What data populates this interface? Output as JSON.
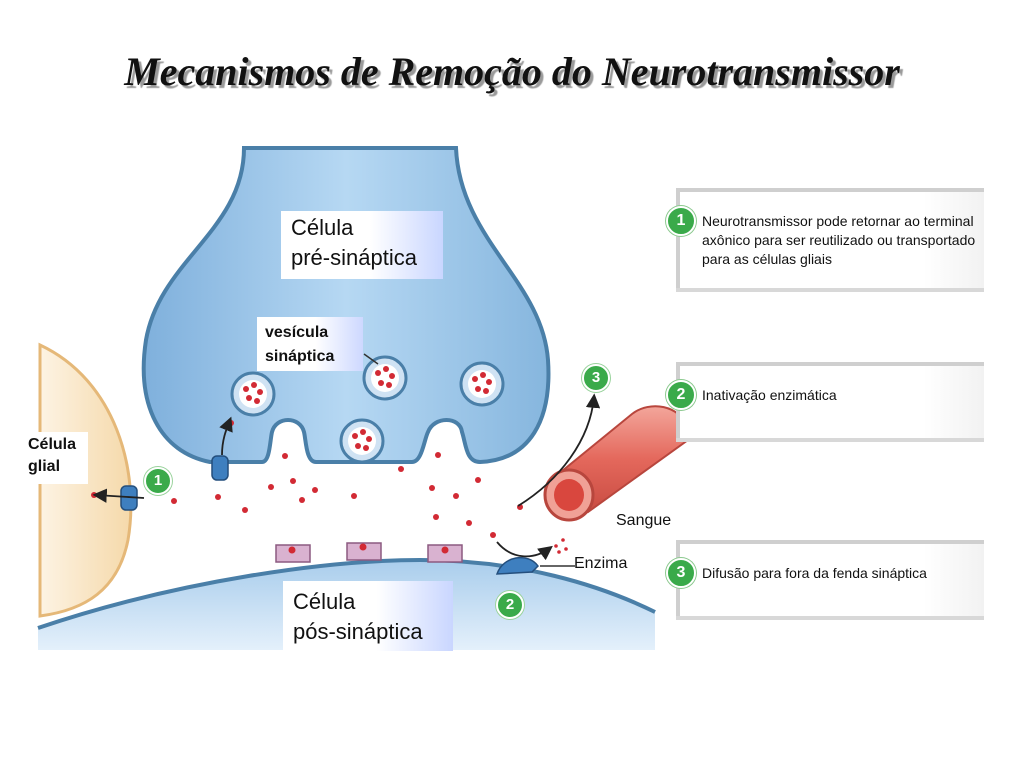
{
  "title": "Mecanismos de Remoção do Neurotransmissor",
  "labels": {
    "pre_line1": "Célula",
    "pre_line2": "pré-sináptica",
    "post_line1": "Célula",
    "post_line2": "pós-sináptica",
    "vesicle_line1": "vesícula",
    "vesicle_line2": "sináptica",
    "glial_line1": "Célula",
    "glial_line2": "glial",
    "blood": "Sangue",
    "enzyme": "Enzima"
  },
  "badges": {
    "reuptake": "1",
    "enzyme": "2",
    "diffusion": "3"
  },
  "panels": [
    {
      "number": "1",
      "text": "Neurotransmissor pode retornar ao terminal axônico para ser reutilizado ou transportado para as células gliais"
    },
    {
      "number": "2",
      "text": "Inativação enzimática"
    },
    {
      "number": "3",
      "text": "Difusão para fora da fenda sináptica"
    }
  ],
  "colors": {
    "neuron_fill": "#9fc9ec",
    "neuron_stroke": "#4a7fa8",
    "glial_fill": "#fbe8c8",
    "vessel": "#e8776a",
    "neurotransmitter": "#d22a34",
    "receptor": "#d9b2d0",
    "enzyme": "#3e7fbf",
    "badge": "#3aaa4a"
  }
}
